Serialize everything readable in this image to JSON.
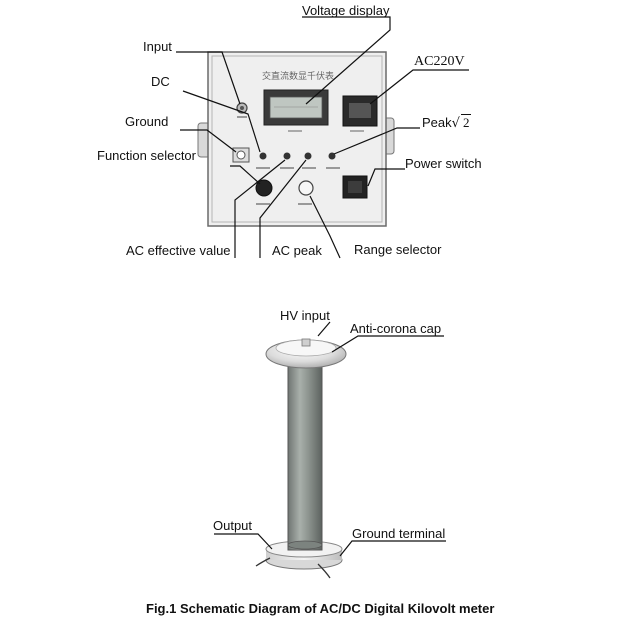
{
  "labels": {
    "voltage_display": "Voltage display",
    "input": "Input",
    "ac220v": "AC220V",
    "dc": "DC",
    "ground": "Ground",
    "peak_text": "Peak",
    "peak_radicand": "2",
    "function_selector": "Function selector",
    "power_switch": "Power switch",
    "ac_effective_value": "AC effective value",
    "ac_peak": "AC peak",
    "range_selector": "Range selector",
    "hv_input": "HV input",
    "anti_corona_cap": "Anti-corona cap",
    "output": "Output",
    "ground_terminal": "Ground terminal"
  },
  "panel_title": "交直流数显千伏表",
  "caption": "Fig.1 Schematic Diagram of AC/DC Digital Kilovolt meter"
}
